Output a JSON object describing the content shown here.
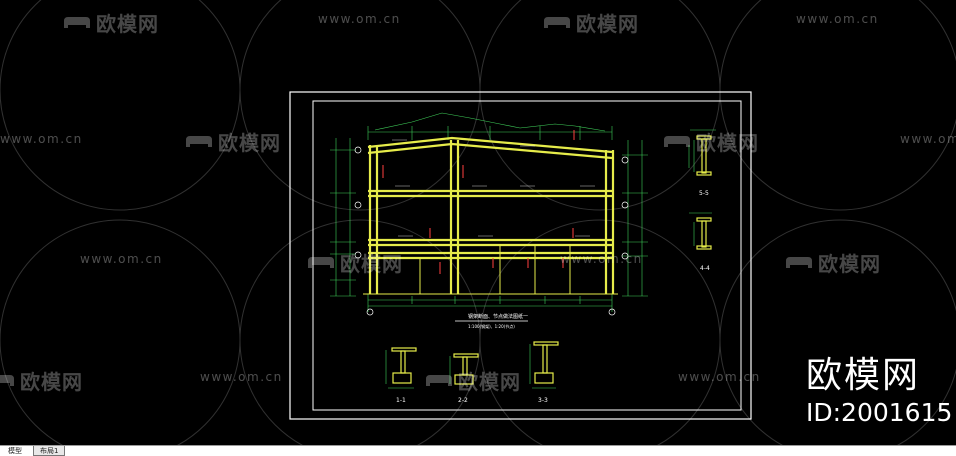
{
  "watermark": {
    "brand_text": "欧模网",
    "url_text": "www.om.cn",
    "id_text": "ID:2001615"
  },
  "drawing": {
    "title": "钢架断面、节点做法图纸一",
    "subtitle": "1:100(钢架)、1:20(节点)",
    "section_labels": [
      "5-5",
      "4-4",
      "1-1",
      "2-2",
      "3-3"
    ]
  },
  "layout_tabs": [
    {
      "label": "模型",
      "active": false
    },
    {
      "label": "布局1",
      "active": true
    }
  ],
  "colors": {
    "background": "#000000",
    "frame": "#ffffff",
    "structure": "#e6ec4a",
    "dimension": "#3fd15a",
    "annotation": "#ff4040",
    "watermark": "#ffffff"
  }
}
